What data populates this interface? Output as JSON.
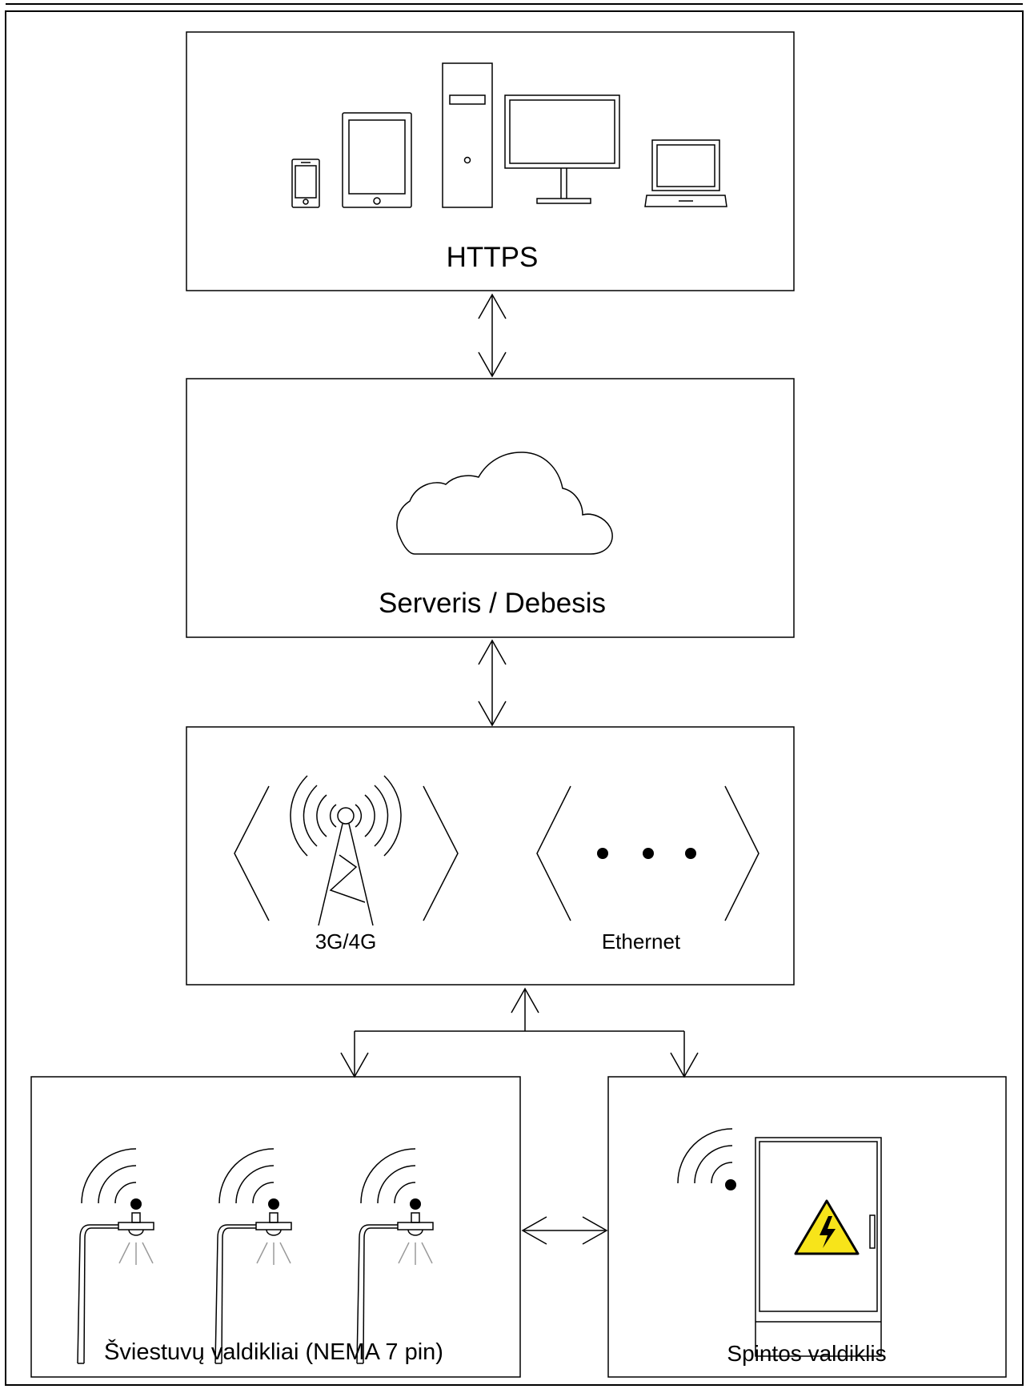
{
  "blocks": {
    "clients": {
      "label": "HTTPS"
    },
    "server": {
      "label": "Serveris / Debesis"
    },
    "network": {
      "cellular_label": "3G/4G",
      "wired_label": "Ethernet"
    },
    "luminaires": {
      "label": "Šviestuvų valdikliai (NEMA 7 pin)"
    },
    "cabinet": {
      "label": "Spintos valdiklis"
    }
  },
  "icons": {
    "clients": [
      "smartphone-icon",
      "tablet-icon",
      "desktop-tower-icon",
      "monitor-icon",
      "laptop-icon"
    ],
    "server": "cloud-icon",
    "network": [
      "cell-tower-icon",
      "ellipsis-icon"
    ],
    "luminaires": [
      "street-lamp-icon",
      "street-lamp-icon",
      "street-lamp-icon"
    ],
    "cabinet": [
      "wireless-signal-icon",
      "electrical-cabinet-icon",
      "high-voltage-warning-icon"
    ]
  },
  "colors": {
    "line": "#000000",
    "warning_fill": "#f7e41a",
    "light_rays": "#9a9a9a"
  }
}
